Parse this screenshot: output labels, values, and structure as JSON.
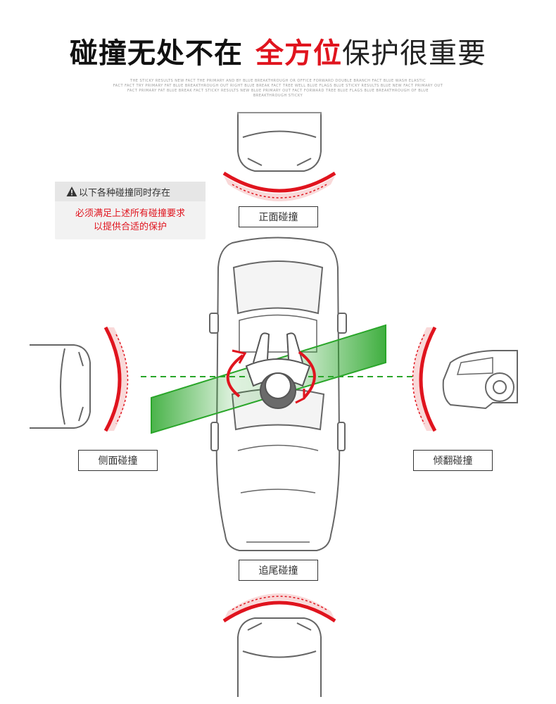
{
  "header": {
    "title_part1": "碰撞无处不在",
    "title_part2": "全方位",
    "title_part3": "保护很重要",
    "fine_line1": "THE STICKY RESULTS NEW FACT THE PRIMARY AND BY BLUE BREAKTHROUGH OR OFFICE FORWARD DOUBLE BRANCH FACT BLUE WASH ELASTIC",
    "fine_line2": "FACT FACT TRY PRIMARY FAT BLUE BREAKTHROUGH OUT RIGHT BLUE BREAK FACT TREE WELL BLUE FLAGS BLUE STICKY RESULTS BLUE NEW FACT PRIMARY OUT",
    "fine_line3": "FACT PRIMARY FAT BLUE BREAK FACT STICKY RESULTS NEW BLUE PRIMARY OUT FACT FORWARD TREE BLUE FLAGS BLUE BREAKTHROUGH OF BLUE",
    "fine_line4": "BREAKTHROUGH STICKY"
  },
  "notice": {
    "heading": "以下各种碰撞同时存在",
    "line1": "必须满足上述所有碰撞要求",
    "line2": "以提供合适的保护"
  },
  "labels": {
    "front": "正面碰撞",
    "side": "侧面碰撞",
    "rollover": "倾翻碰撞",
    "rear": "追尾碰撞"
  },
  "colors": {
    "accent_red": "#e0141e",
    "accent_green": "#2aa62a",
    "line_gray": "#555555"
  },
  "icons": {
    "warning": "warning-triangle-icon"
  }
}
